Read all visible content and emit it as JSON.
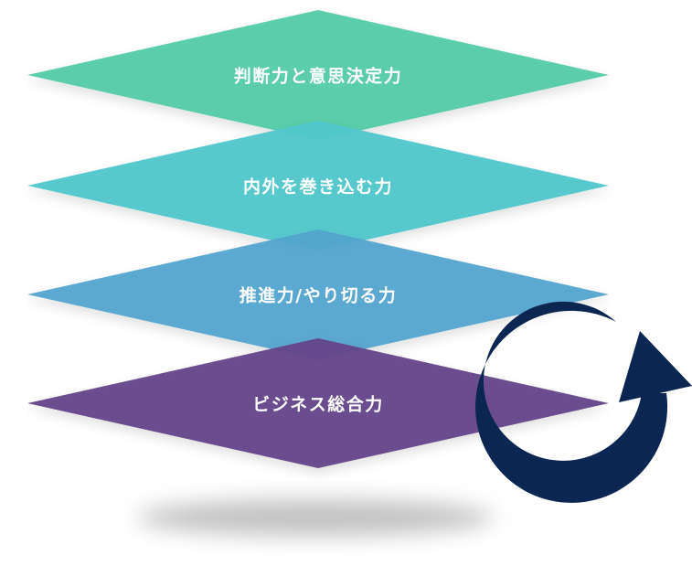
{
  "layers": [
    {
      "label": "判断力と意思決定力",
      "color": "#52CBA8"
    },
    {
      "label": "内外を巻き込む力",
      "color": "#4FC7CB"
    },
    {
      "label": "推進力/やり切る力",
      "color": "#53A4CF"
    },
    {
      "label": "ビジネス総合力",
      "color": "#644589"
    }
  ],
  "arrow": {
    "icon": "circular-arrow-icon",
    "color": "#0B2650"
  }
}
